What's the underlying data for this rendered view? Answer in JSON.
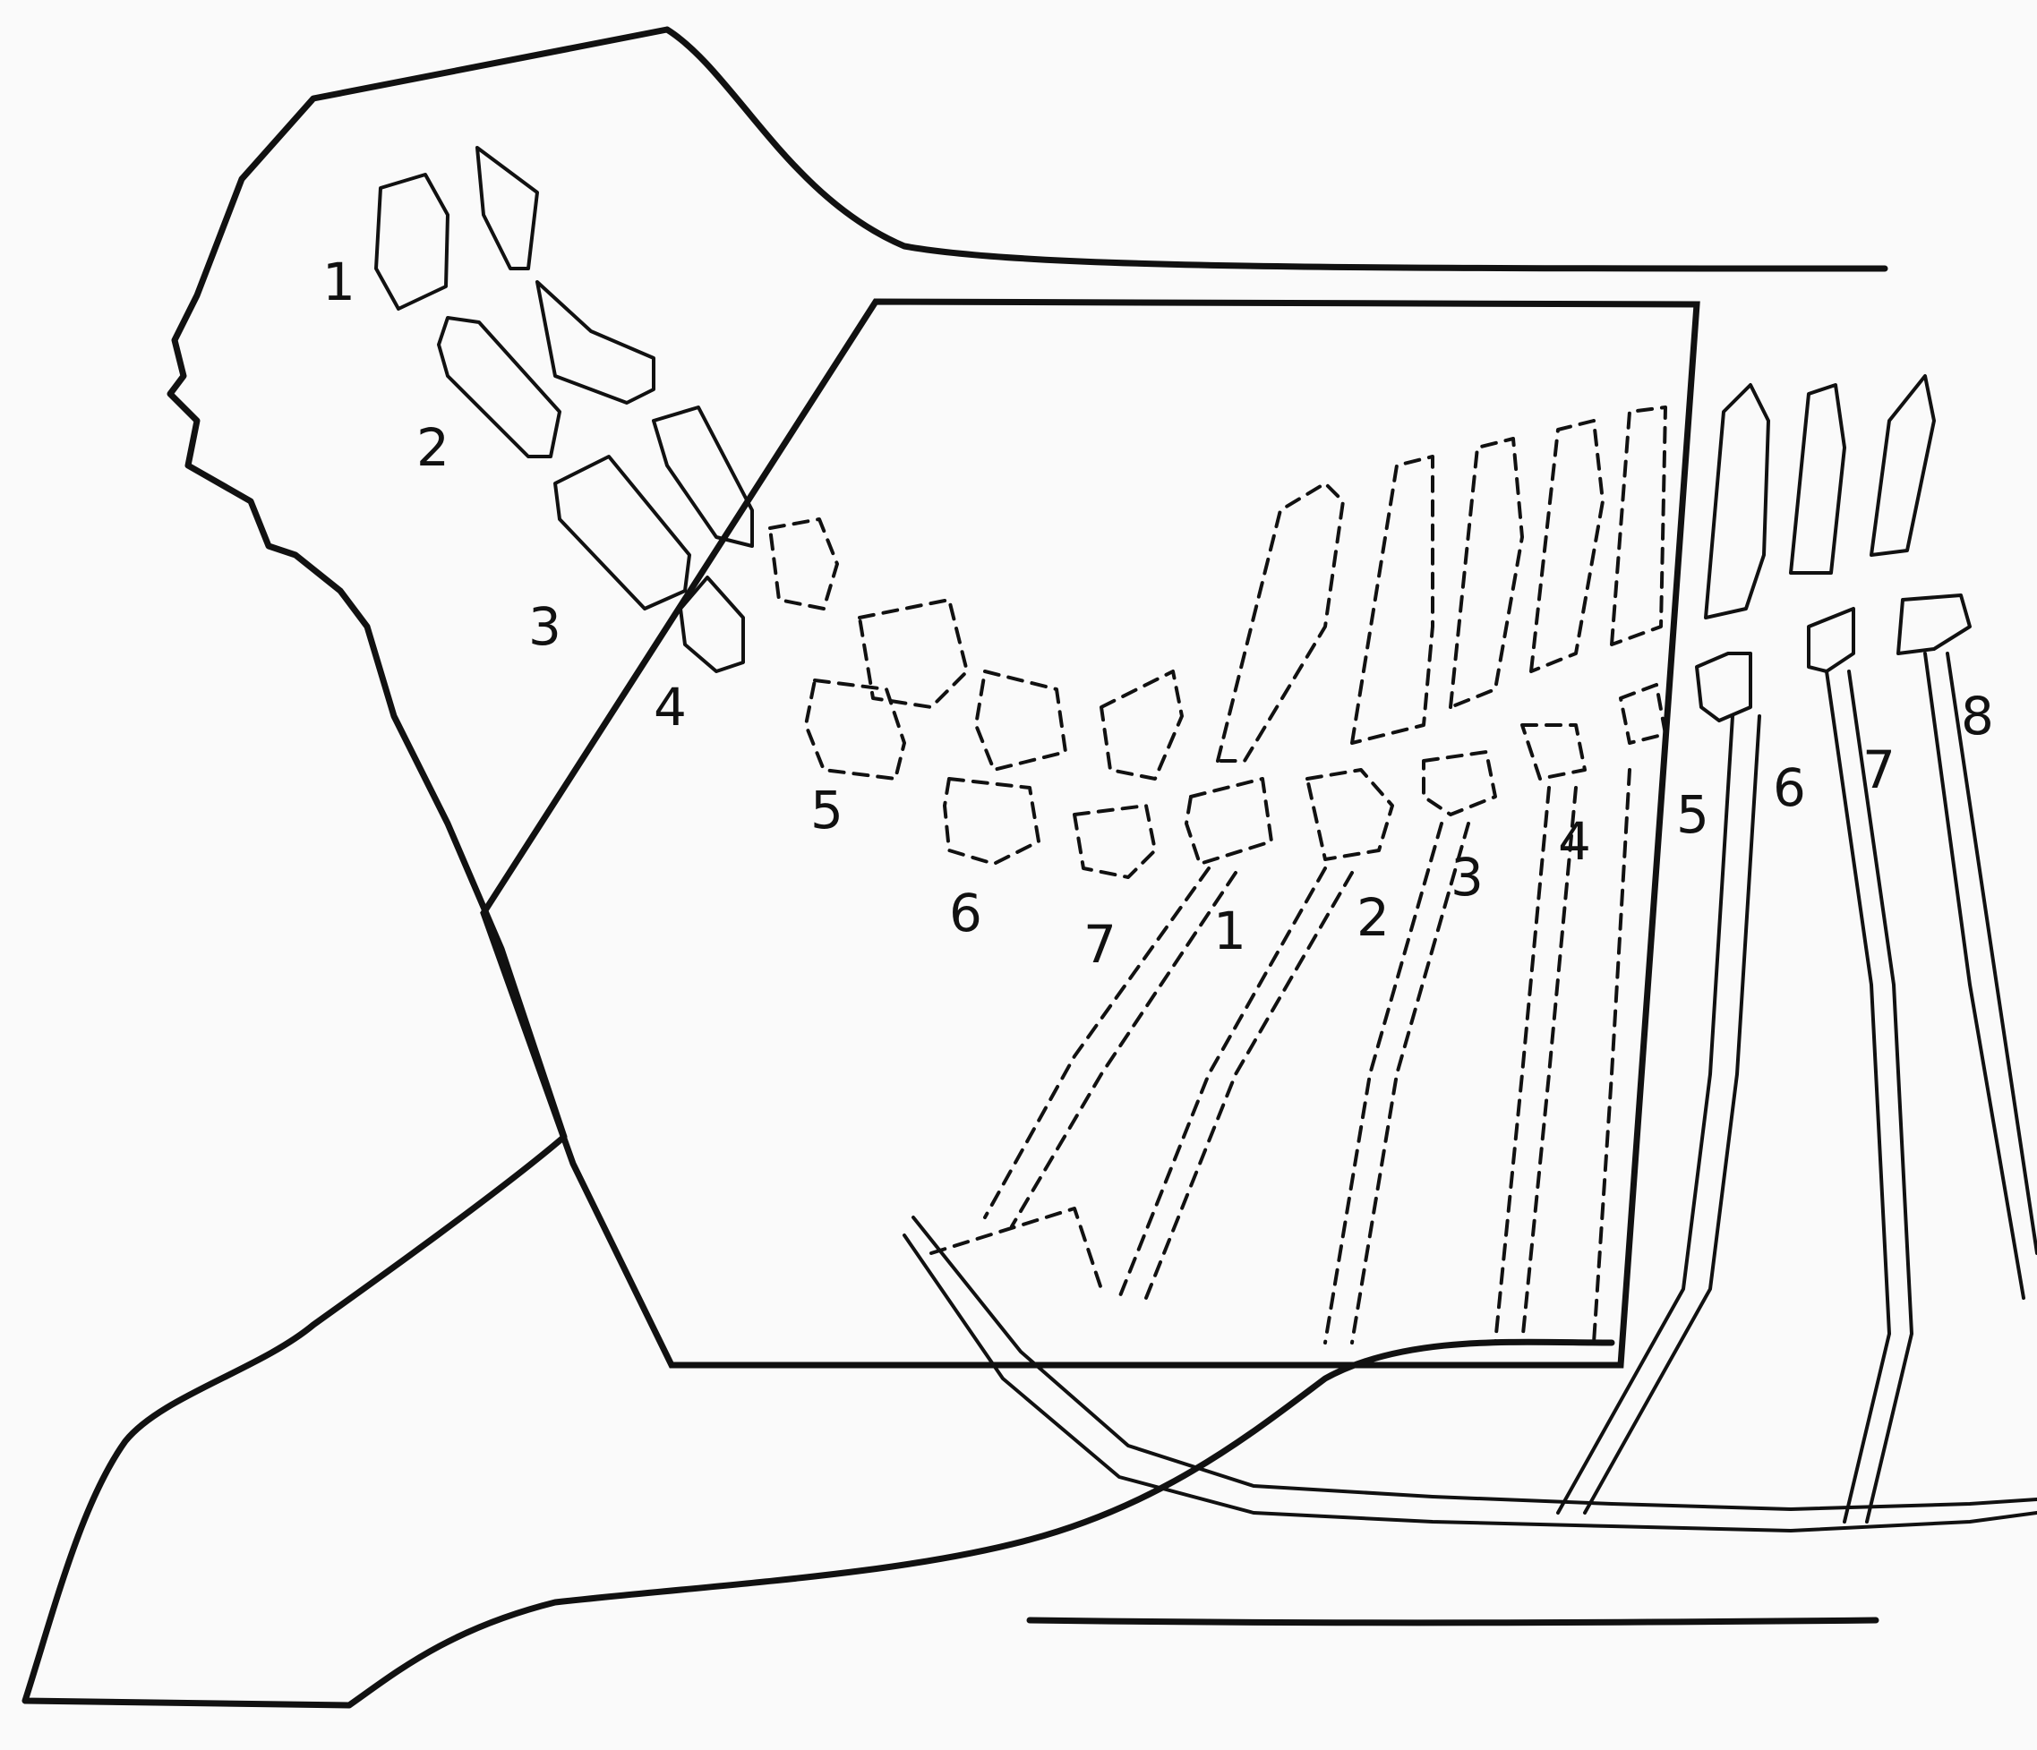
{
  "diagram": {
    "scapular_labels": [
      "1",
      "2",
      "3",
      "4"
    ],
    "row_labels_left": [
      "5",
      "6",
      "7"
    ],
    "row_labels_mid": [
      "1",
      "2",
      "3",
      "4"
    ],
    "row_labels_right": [
      "5",
      "6",
      "7",
      "8"
    ]
  }
}
